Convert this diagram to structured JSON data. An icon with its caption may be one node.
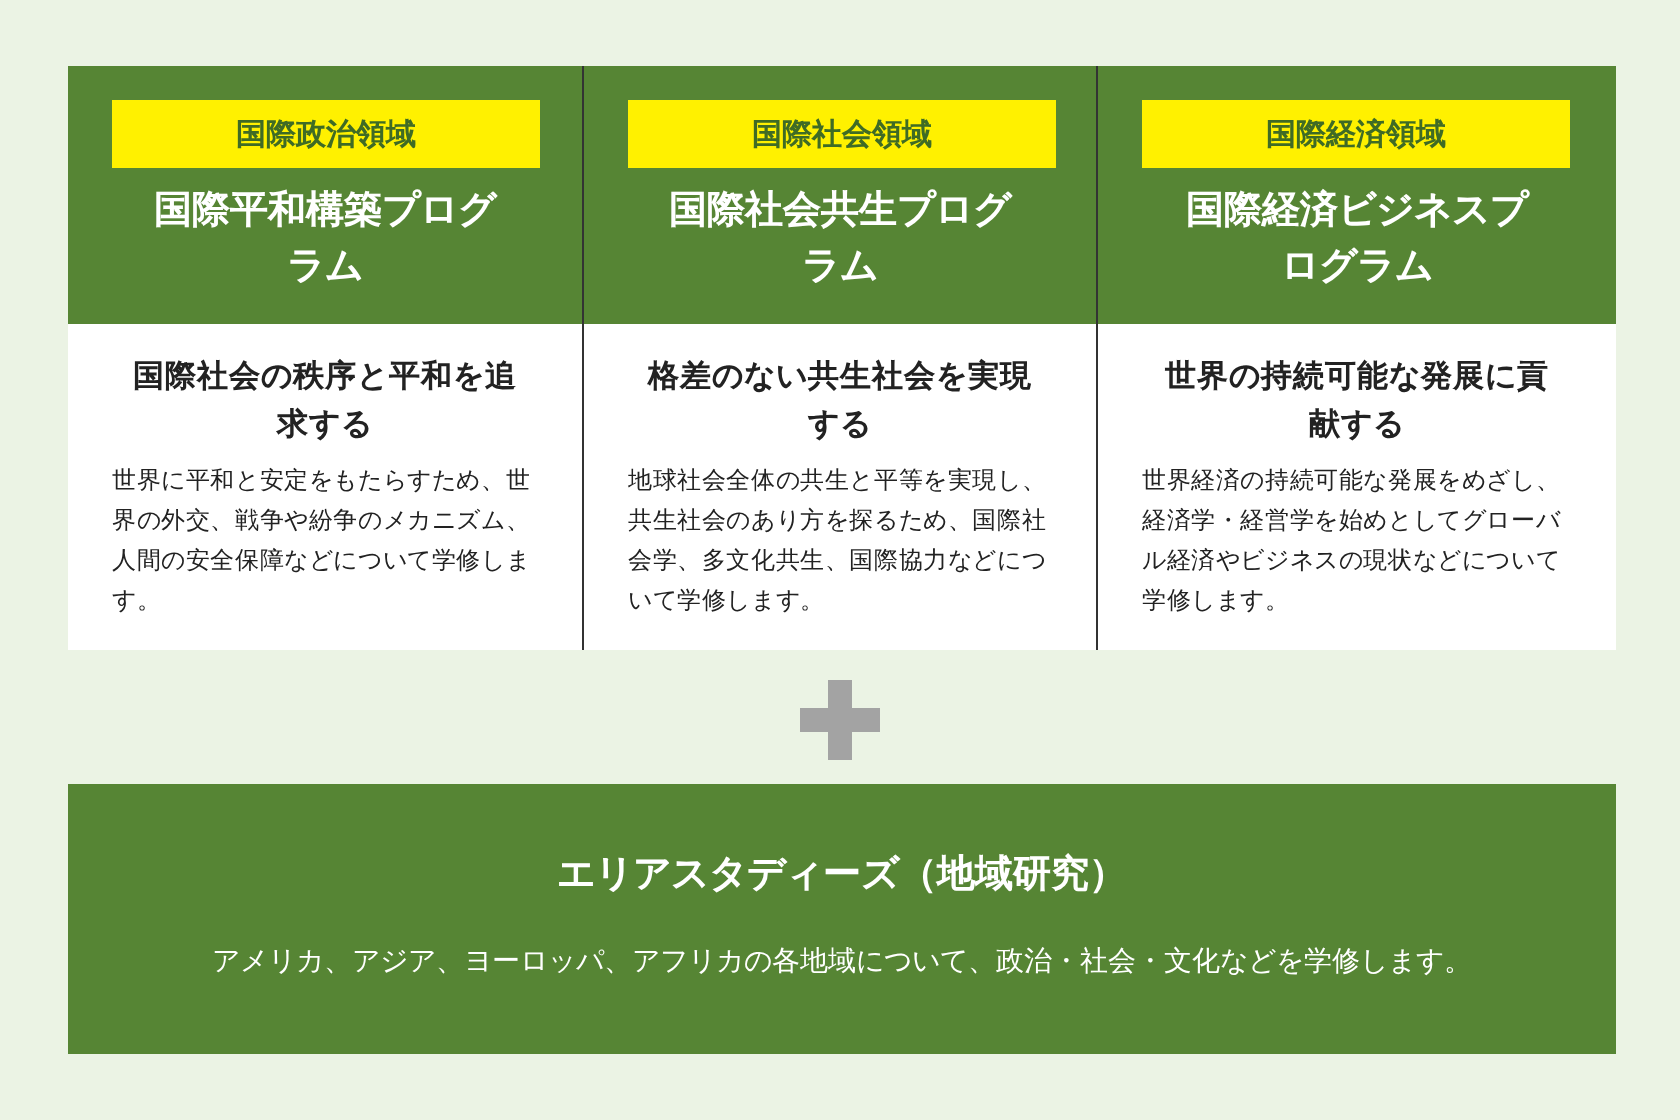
{
  "diagram": {
    "nodes": [
      {
        "text": [
          "国際平和構築プログラム"
        ]
      },
      {
        "text": [
          "国際政治領域"
        ],
        "in": 0
      },
      {
        "text": [
          "国際社会共生プログラム"
        ]
      },
      {
        "text": [
          "国際社会領域"
        ],
        "in": 2
      },
      {
        "text": [
          "国際経済ビジネスプログラム"
        ]
      },
      {
        "text": [
          "国際経済領域"
        ],
        "in": 4
      },
      {
        "text": [
          "国際社会の秩序と平和を追求する",
          "世界に平和と安定をもたらすため、世界の外交、戦争や紛争のメカニズム、人間の安全保障などについて学修します。"
        ]
      },
      {
        "text": [
          "格差のない共生社会を実現する",
          "地球社会全体の共生と平等を実現し、共生社会のあり方を探るため、国際社会学、多文化共生、国際協力などについて学修します。"
        ]
      },
      {
        "text": [
          "世界の持続可能な発展に貢献する",
          "世界経済の持続可能な発展をめざし、経済学・経営学を始めとしてグローバル経済やビジネスの現状などについて学修します。"
        ]
      },
      {
        "text": [
          "エリアスタディーズ（地域研究）",
          "アメリカ、アジア、ヨーロッパ、アフリカの各地域について、政治・社会・文化などを学修します。"
        ]
      }
    ]
  }
}
